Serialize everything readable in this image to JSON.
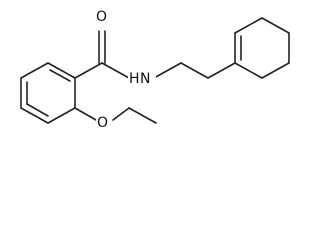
{
  "molecule": {
    "atoms": {
      "O_carbonyl": "O",
      "N_amide": "N",
      "H_amide": "H",
      "O_ether": "O"
    }
  }
}
